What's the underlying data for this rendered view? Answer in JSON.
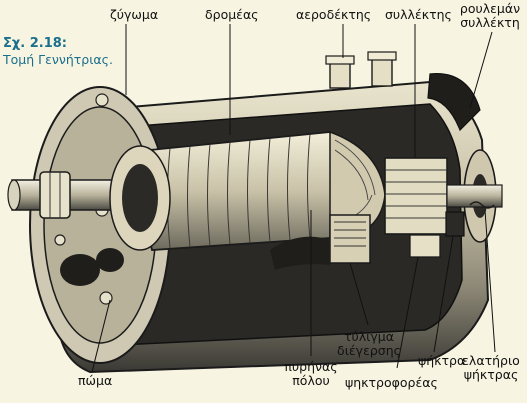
{
  "caption": {
    "number": "Σχ. 2.18:",
    "text": "Τομή Γεννήτριας."
  },
  "labels": {
    "yoke": "ζύγωμα",
    "rotor": "δρομέας",
    "air_vent": "αεροδέκτης",
    "commutator": "συλλέκτης",
    "commutator_bearing_1": "ρουλεμάν",
    "commutator_bearing_2": "συλλέκτη",
    "cover": "πώμα",
    "pole_core_1": "πυρήνας",
    "pole_core_2": "πόλου",
    "excitation_winding_1": "τύλιγμα",
    "excitation_winding_2": "διέγερσης",
    "brush_holder": "ψηκτροφορέας",
    "brush": "ψήκτρα",
    "brush_spring_1": "ελατήριο",
    "brush_spring_2": "ψήκτρας"
  },
  "colors": {
    "background": "#f7f4e1",
    "caption": "#1a6f8c",
    "ink": "#111111",
    "housing": "#cfc9b3",
    "highlight": "#ece8d3"
  }
}
